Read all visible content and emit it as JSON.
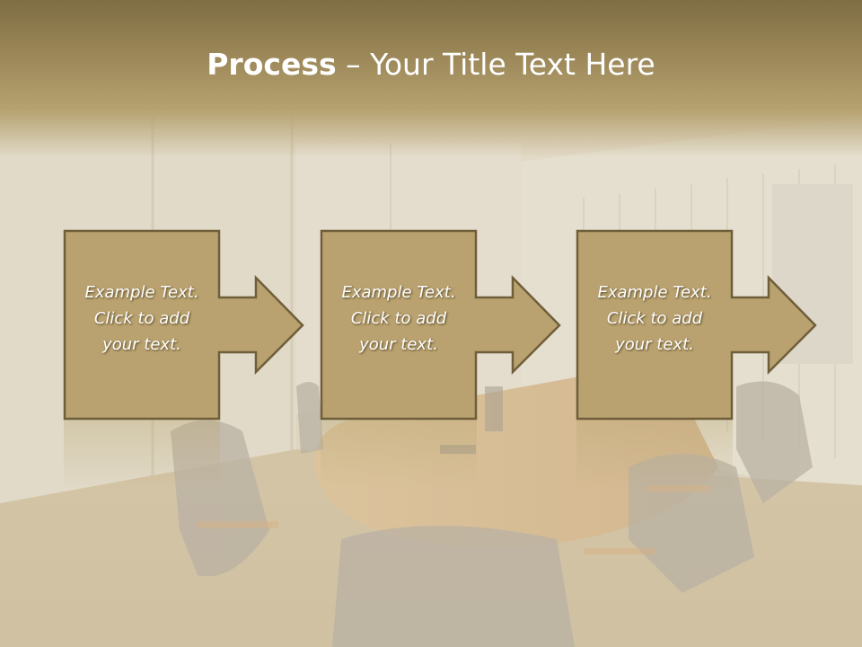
{
  "slide": {
    "title_bold": "Process",
    "title_rest": " – Your Title Text Here"
  },
  "steps": [
    {
      "lines": [
        "Example Text.",
        "Click  to add",
        "your text."
      ]
    },
    {
      "lines": [
        "Example Text.",
        "Click  to add",
        "your text."
      ]
    },
    {
      "lines": [
        "Example Text.",
        "Click  to add",
        "your text."
      ]
    }
  ],
  "colors": {
    "box_fill": "#b9a26f",
    "box_stroke": "#6f5e3a",
    "title_band": "#8c7a4c",
    "text": "#ffffff"
  }
}
